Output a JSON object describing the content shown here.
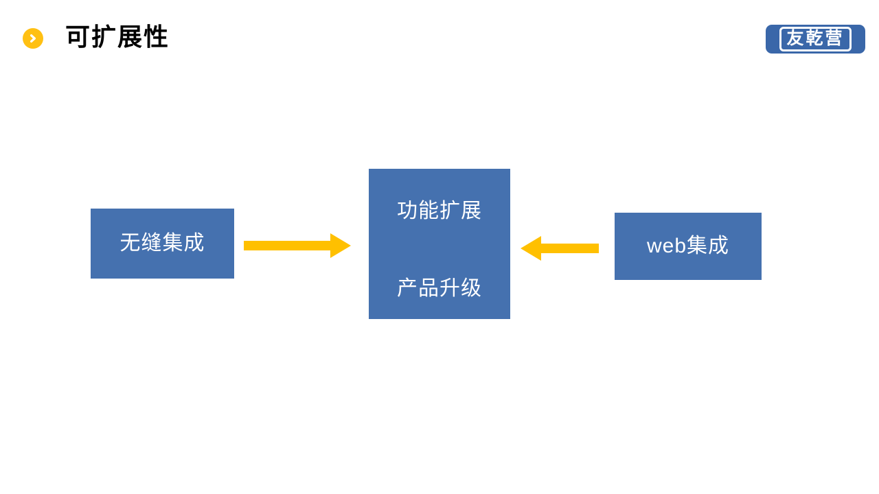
{
  "header": {
    "title": "可扩展性",
    "logo_text": "友乾营"
  },
  "diagram": {
    "boxes": {
      "left": "无缝集成",
      "center_top": "功能扩展",
      "center_bottom": "产品升级",
      "right": "web集成"
    },
    "icons": {
      "bullet": "chevron-right-icon",
      "left_to_center": "arrow-right-icon",
      "right_to_center": "arrow-left-icon"
    }
  },
  "colors": {
    "box_blue": "#4571AF",
    "arrow_gold": "#FFC000",
    "bullet_gold": "#FFC013",
    "logo_blue": "#3A67A9",
    "title_black": "#000000",
    "box_text_white": "#FFFFFF"
  }
}
